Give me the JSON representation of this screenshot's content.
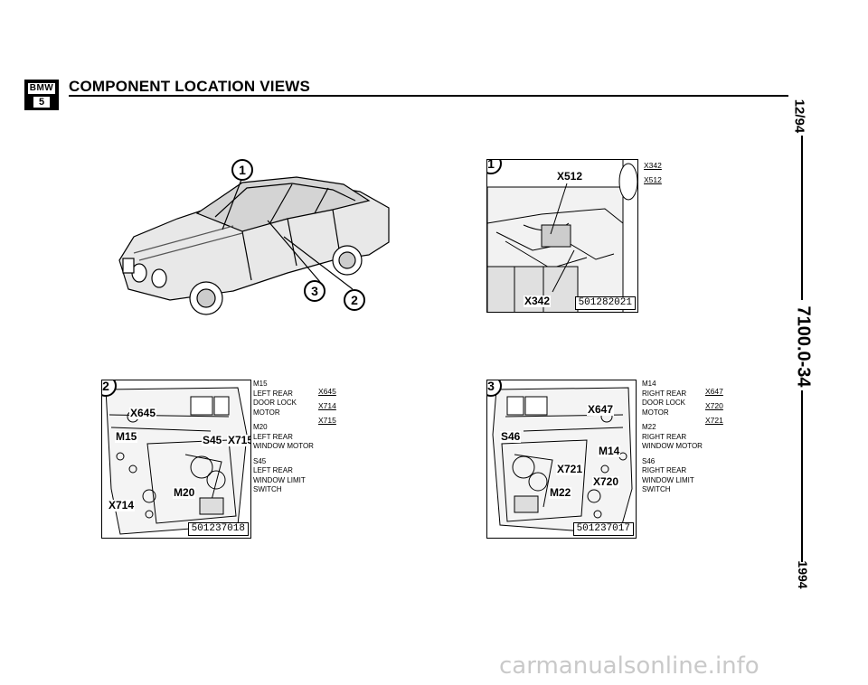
{
  "header": {
    "logo_top": "BMW",
    "logo_bottom": "5",
    "title": "COMPONENT LOCATION VIEWS"
  },
  "margin": {
    "date": "12/94",
    "page": "7100.0-34",
    "year": "1994"
  },
  "car_view": {
    "callouts": [
      "1",
      "3",
      "2"
    ]
  },
  "fig1": {
    "callout": "1",
    "labels": [
      "X512",
      "X342"
    ],
    "fig_number": "501282021",
    "codes": [
      "X342",
      "X512"
    ]
  },
  "fig2": {
    "callout": "2",
    "labels": [
      "X645",
      "M15",
      "S45",
      "X715",
      "M20",
      "X714"
    ],
    "fig_number": "501237018",
    "legend": [
      {
        "code": "M15",
        "desc": [
          "LEFT REAR",
          "DOOR LOCK",
          "MOTOR"
        ]
      },
      {
        "code": "M20",
        "desc": [
          "LEFT REAR",
          "WINDOW MOTOR"
        ]
      },
      {
        "code": "S45",
        "desc": [
          "LEFT REAR",
          "WINDOW LIMIT",
          "SWITCH"
        ]
      }
    ],
    "codes": [
      "X645",
      "X714",
      "X715"
    ]
  },
  "fig3": {
    "callout": "3",
    "labels": [
      "X647",
      "S46",
      "M14",
      "X721",
      "X720",
      "M22"
    ],
    "fig_number": "501237017",
    "legend": [
      {
        "code": "M14",
        "desc": [
          "RIGHT REAR",
          "DOOR LOCK",
          "MOTOR"
        ]
      },
      {
        "code": "M22",
        "desc": [
          "RIGHT REAR",
          "WINDOW MOTOR"
        ]
      },
      {
        "code": "S46",
        "desc": [
          "RIGHT REAR",
          "WINDOW LIMIT",
          "SWITCH"
        ]
      }
    ],
    "codes": [
      "X647",
      "X720",
      "X721"
    ]
  },
  "watermark": "carmanualsonline.info"
}
